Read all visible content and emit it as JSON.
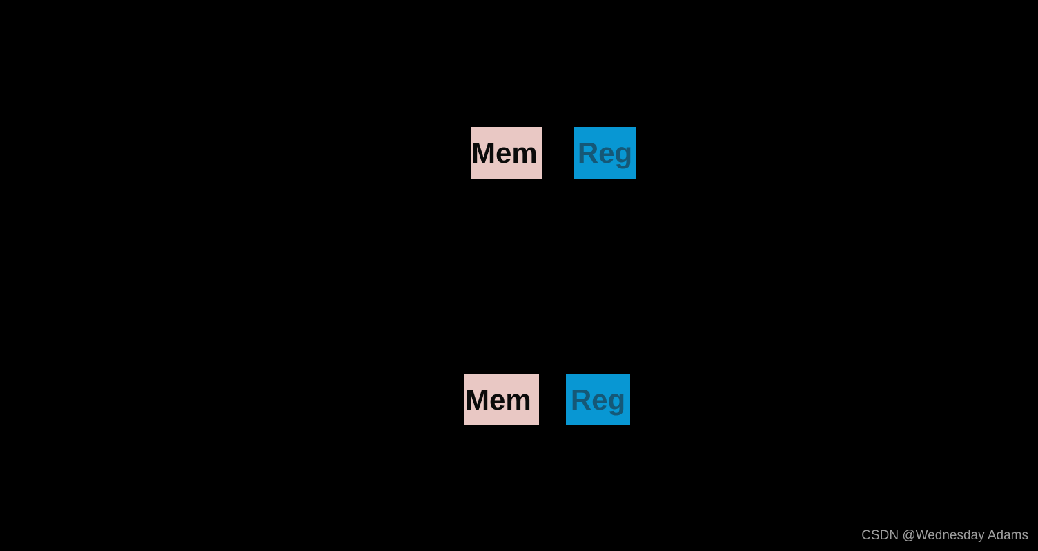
{
  "canvas": {
    "background": "#000000"
  },
  "diagram": {
    "top_row": {
      "mem": {
        "label": "Mem",
        "fill": "#e9c8c4",
        "text_color": "#0b0b0b"
      },
      "reg": {
        "label": "Reg",
        "fill": "#0897d3",
        "text_color": "#155877"
      }
    },
    "bottom_row": {
      "mem": {
        "label": "Mem",
        "fill": "#e9c8c4",
        "text_color": "#0b0b0b"
      },
      "reg": {
        "label": "Reg",
        "fill": "#0897d3",
        "text_color": "#155877"
      }
    }
  },
  "watermark": {
    "text": "CSDN @Wednesday Adams",
    "color": "#9e9e9e"
  }
}
